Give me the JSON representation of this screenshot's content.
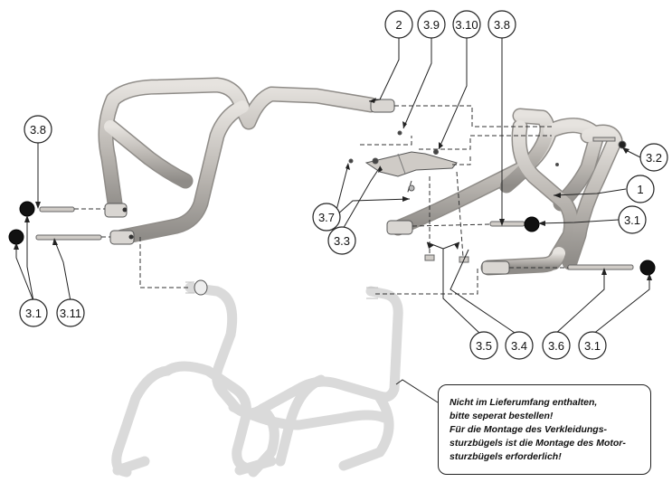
{
  "callouts": [
    {
      "id": "c-2",
      "label": "2"
    },
    {
      "id": "c-3-9",
      "label": "3.9"
    },
    {
      "id": "c-3-10",
      "label": "3.10"
    },
    {
      "id": "c-3-8-top",
      "label": "3.8"
    },
    {
      "id": "c-3-8-left",
      "label": "3.8"
    },
    {
      "id": "c-3-2",
      "label": "3.2"
    },
    {
      "id": "c-1",
      "label": "1"
    },
    {
      "id": "c-3-1-right",
      "label": "3.1"
    },
    {
      "id": "c-3-7",
      "label": "3.7"
    },
    {
      "id": "c-3-3",
      "label": "3.3"
    },
    {
      "id": "c-3-1-left",
      "label": "3.1"
    },
    {
      "id": "c-3-11",
      "label": "3.11"
    },
    {
      "id": "c-3-5",
      "label": "3.5"
    },
    {
      "id": "c-3-4",
      "label": "3.4"
    },
    {
      "id": "c-3-6",
      "label": "3.6"
    },
    {
      "id": "c-3-1-bottom",
      "label": "3.1"
    }
  ],
  "note": {
    "lines": [
      "Nicht im Lieferumfang enthalten,",
      "bitte seperat bestellen!",
      "Für die Montage des Verkleidungs-",
      "sturzbügels ist die Montage des Motor-",
      "sturzbügels erforderlich!"
    ]
  },
  "colors": {
    "tube": "#c8c4bf",
    "tube_shadow": "#8d8a86",
    "ghost_tube": "#d9d9d9",
    "line": "#222222"
  }
}
